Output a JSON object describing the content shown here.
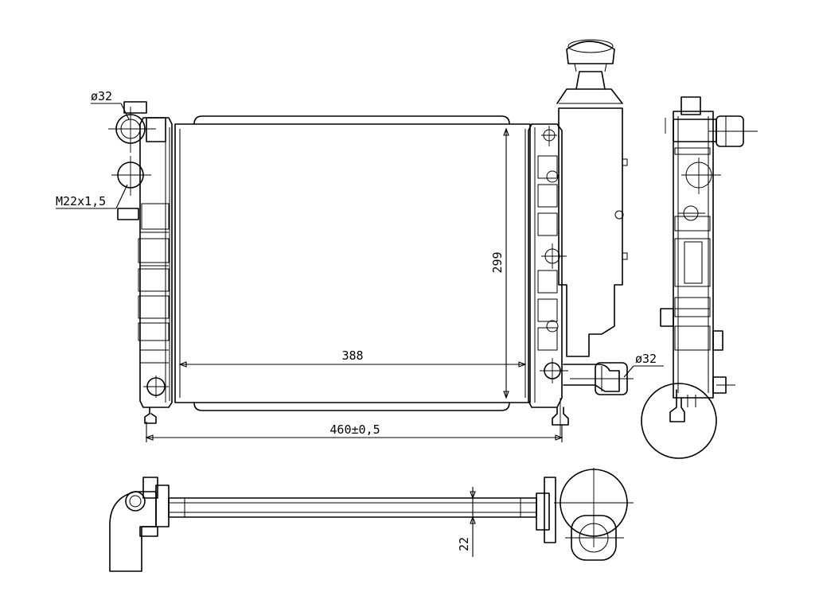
{
  "dimensions": {
    "core_width": "388",
    "core_height": "299",
    "overall_width": "460±0,5",
    "thickness": "22",
    "inlet_diameter": "ø32",
    "outlet_diameter": "ø32",
    "drain_thread": "M22x1,5"
  }
}
